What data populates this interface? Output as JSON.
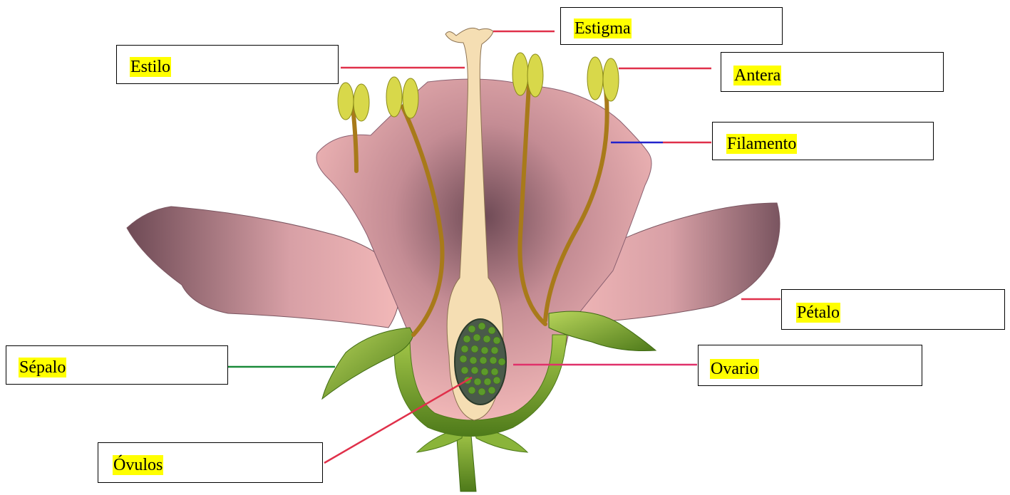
{
  "diagram": {
    "subject": "Flor",
    "labels": {
      "estigma": "Estigma",
      "estilo": "Estilo",
      "antera": "Antera",
      "filamento": "Filamento",
      "petalo": "Pétalo",
      "sepalo": "Sépalo",
      "ovario": "Ovario",
      "ovulos": "Óvulos"
    },
    "colors": {
      "petal": "#f2b3b3",
      "petal_dark": "#7a5560",
      "sepal": "#6e9a2a",
      "sepal_light": "#a6c94a",
      "style": "#f5deb3",
      "anther": "#d8d84a",
      "filament": "#a87a1a",
      "ovule": "#5c9a2a",
      "ovary": "#4a5a4a",
      "highlight": "#ffff00",
      "leader_red": "#e0304a",
      "leader_blue": "#2222cc",
      "leader_green": "#1a8a3a"
    }
  }
}
